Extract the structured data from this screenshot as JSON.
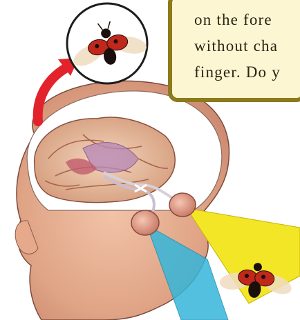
{
  "caption": {
    "lines": [
      "on the fore",
      "without cha",
      "finger. Do y"
    ]
  },
  "icons": {
    "ladybug_inset": "ladybug-icon",
    "ladybug_view": "ladybug-icon",
    "arrow": "curved-arrow-icon"
  },
  "colors": {
    "box_fill": "#fdf6d3",
    "box_border": "#8c7a1c",
    "arrow": "#e2232b",
    "left_eye_field": "#36b6da",
    "right_eye_field": "#f2e626",
    "ladybug_shell": "#c0281c"
  }
}
